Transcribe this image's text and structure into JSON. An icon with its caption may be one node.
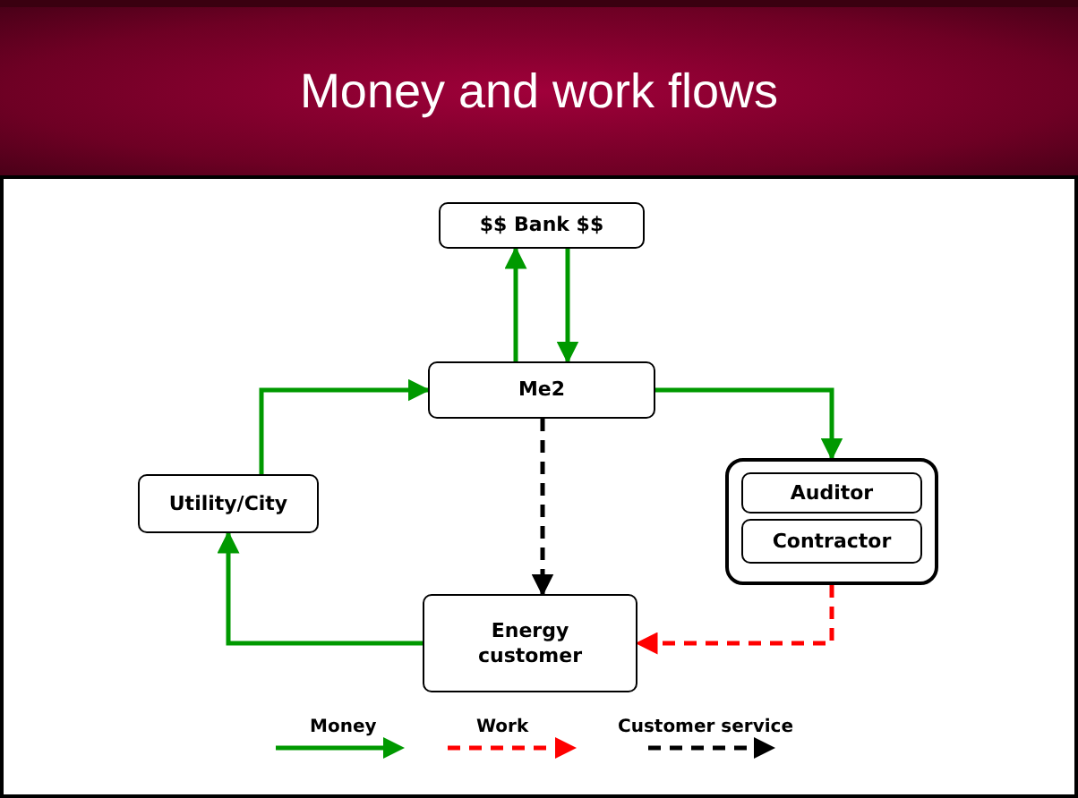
{
  "diagram": {
    "title": "Money and work flows",
    "nodes": [
      {
        "text": [
          "$$ Bank $$"
        ]
      },
      {
        "text": [
          "Me2"
        ]
      },
      {
        "text": [
          "Utility/City"
        ]
      },
      {
        "text": [],
        "shape": "box"
      },
      {
        "text": [
          "Auditor"
        ],
        "in": 3
      },
      {
        "text": [
          "Contractor"
        ],
        "in": 3
      },
      {
        "text": [
          "Energy customer"
        ]
      }
    ],
    "edges": [
      {
        "from": 1,
        "to": 0,
        "arrow": "to"
      },
      {
        "from": 0,
        "to": 1,
        "arrow": "to"
      },
      {
        "from": 2,
        "to": 1,
        "arrow": "to"
      },
      {
        "from": 1,
        "to": 3,
        "arrow": "to"
      },
      {
        "from": 6,
        "to": 2,
        "arrow": "to"
      },
      {
        "from": 1,
        "to": 6,
        "arrow": "to",
        "style": "dashed",
        "color": "#000000"
      },
      {
        "from": 3,
        "to": 6,
        "arrow": "to",
        "style": "dashed",
        "color": "#ff0000"
      }
    ],
    "legend": [
      {
        "text": "Money"
      },
      {
        "text": "Work"
      },
      {
        "text": "Customer service"
      }
    ]
  }
}
